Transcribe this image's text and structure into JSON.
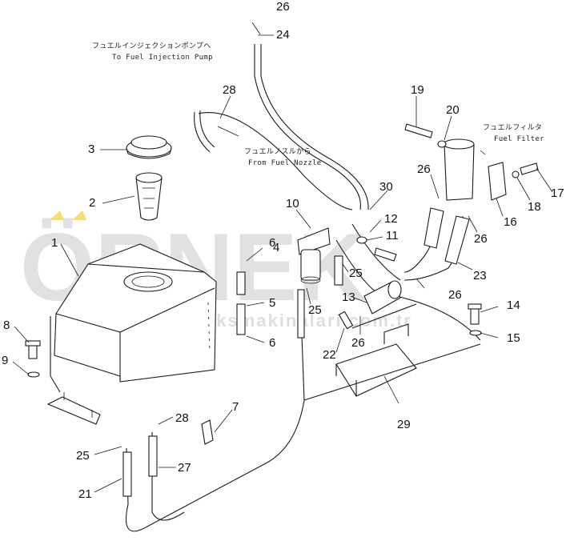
{
  "watermark": {
    "brand": "ÖRNEK",
    "site": "www.orneksmakinalari.com.tr"
  },
  "annotations": {
    "fuel_injection_pump_jp": "フュエルインジェクションポンプへ",
    "fuel_injection_pump_en": "To Fuel Injection Pump",
    "fuel_nozzle_jp": "フュエルノスルから",
    "fuel_nozzle_en": "From Fuel Nozzle",
    "fuel_filter_jp": "フュエルフィルタ",
    "fuel_filter_en": "Fuel Filter"
  },
  "callouts": {
    "c1": "1",
    "c2": "2",
    "c3": "3",
    "c4": "4",
    "c5": "5",
    "c6a": "6",
    "c6b": "6",
    "c7": "7",
    "c8": "8",
    "c9": "9",
    "c10": "10",
    "c11": "11",
    "c12": "12",
    "c13": "13",
    "c14": "14",
    "c15": "15",
    "c16": "16",
    "c17": "17",
    "c18": "18",
    "c19": "19",
    "c20": "20",
    "c21": "21",
    "c22": "22",
    "c23": "23",
    "c24": "24",
    "c25a": "25",
    "c25b": "25",
    "c25c": "25",
    "c26a": "26",
    "c26b": "26",
    "c26c": "26",
    "c26d": "26",
    "c26e": "26",
    "c27": "27",
    "c28a": "28",
    "c28b": "28",
    "c29": "29",
    "c30": "30"
  }
}
